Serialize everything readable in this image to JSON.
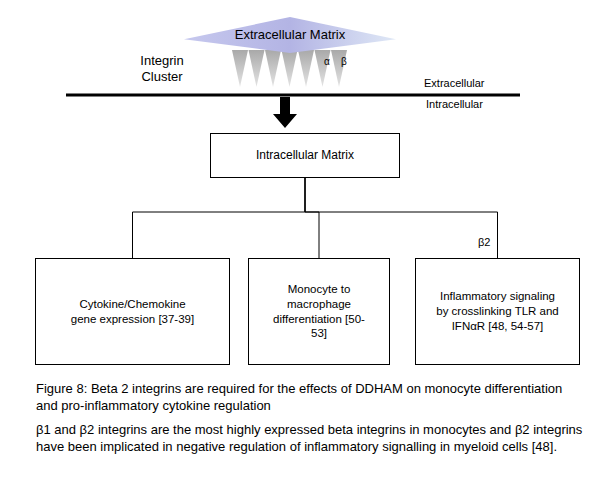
{
  "diagram": {
    "caption": "Figure 8: Beta 2 integrins are required for the effects of DDHAM on monocyte differentiation and pro-inflammatory cytokine regulation",
    "nodes": [
      {
        "text": [
          "Extracellular Matrix"
        ]
      },
      {
        "text": [
          "Intracellular Matrix"
        ]
      },
      {
        "text": [
          "Cytokine/Chemokine gene expression [37-39]"
        ]
      },
      {
        "text": [
          "Monocyte to macrophage differentiation [50-53]"
        ]
      },
      {
        "text": [
          "Inflammatory signaling by crosslinking TLR and IFNαR [48, 54-57]"
        ]
      }
    ],
    "edges": [
      {
        "from": 1,
        "to": 2,
        "arrow": "none"
      },
      {
        "from": 1,
        "to": 3,
        "arrow": "none"
      },
      {
        "from": 1,
        "to": 4,
        "arrow": "none",
        "label": "β2"
      }
    ],
    "labels": [
      "Integrin Cluster",
      "α",
      "β",
      "Extracellular",
      "Intracellular",
      "β1 and β2 integrins are the most highly expressed beta integrins in monocytes and β2 integrins have been implicated in negative regulation of inflammatory signalling in myeloid cells [48]."
    ]
  }
}
